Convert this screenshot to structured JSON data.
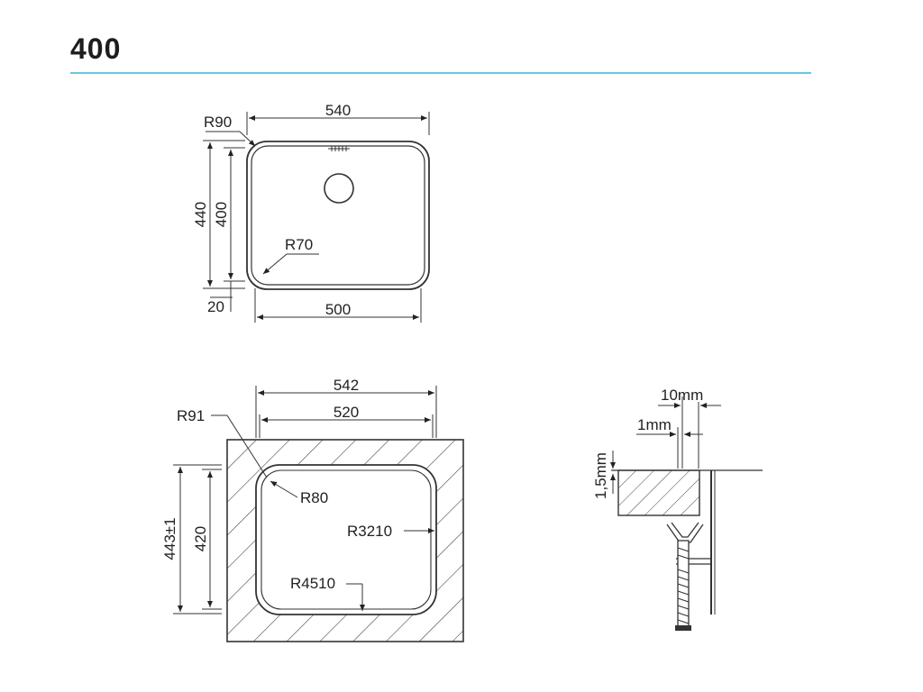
{
  "header": {
    "title": "400"
  },
  "top_view": {
    "overall_width": "540",
    "inner_width": "500",
    "overall_height": "440",
    "inner_height": "400",
    "offset": "20",
    "outer_radius": "R90",
    "inner_radius": "R70"
  },
  "cutout_view": {
    "overall_width": "542",
    "inner_width": "520",
    "overall_height": "443±1",
    "inner_height": "420",
    "radius_outer": "R91",
    "radius_inner": "R80",
    "radius_right": "R3210",
    "radius_bottom": "R4510"
  },
  "section_view": {
    "dim_top": "10mm",
    "dim_mid": "1mm",
    "dim_thickness": "1,5mm"
  }
}
